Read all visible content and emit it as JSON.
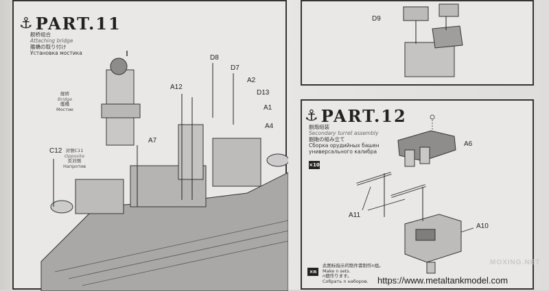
{
  "part11": {
    "title": "PART.11",
    "subtitle": [
      "舰桥组合",
      "Attaching bridge",
      "艦橋の取り付け",
      "Установка мостика"
    ],
    "labels": [
      "D8",
      "D7",
      "A2",
      "A12",
      "D13",
      "A1",
      "A4",
      "A7",
      "C12"
    ],
    "bridge_label": [
      "舰桥",
      "Bridge",
      "艦橋",
      "Мостик"
    ],
    "opposite_label": [
      "对侧C11",
      "Opposite",
      "反対側",
      "Напротив"
    ]
  },
  "part12": {
    "title": "PART.12",
    "subtitle": [
      "副炮组装",
      "Secondary turret assembly",
      "副砲の組み立て",
      "Сборка орудийных башен",
      "универсального калибра"
    ],
    "qty_badge": "×10",
    "labels": [
      "A6",
      "A11",
      "A10"
    ],
    "note_badge": "×n",
    "note_lines": [
      "此图标指示的制件需制作n组。",
      "Make n sets.",
      "n個作ります。",
      "Собрать n наборов."
    ]
  },
  "top_part": {
    "labels": [
      "D9"
    ]
  },
  "watermark": {
    "brand": "MOXING.NET",
    "url": "https://www.metaltankmodel.com"
  }
}
